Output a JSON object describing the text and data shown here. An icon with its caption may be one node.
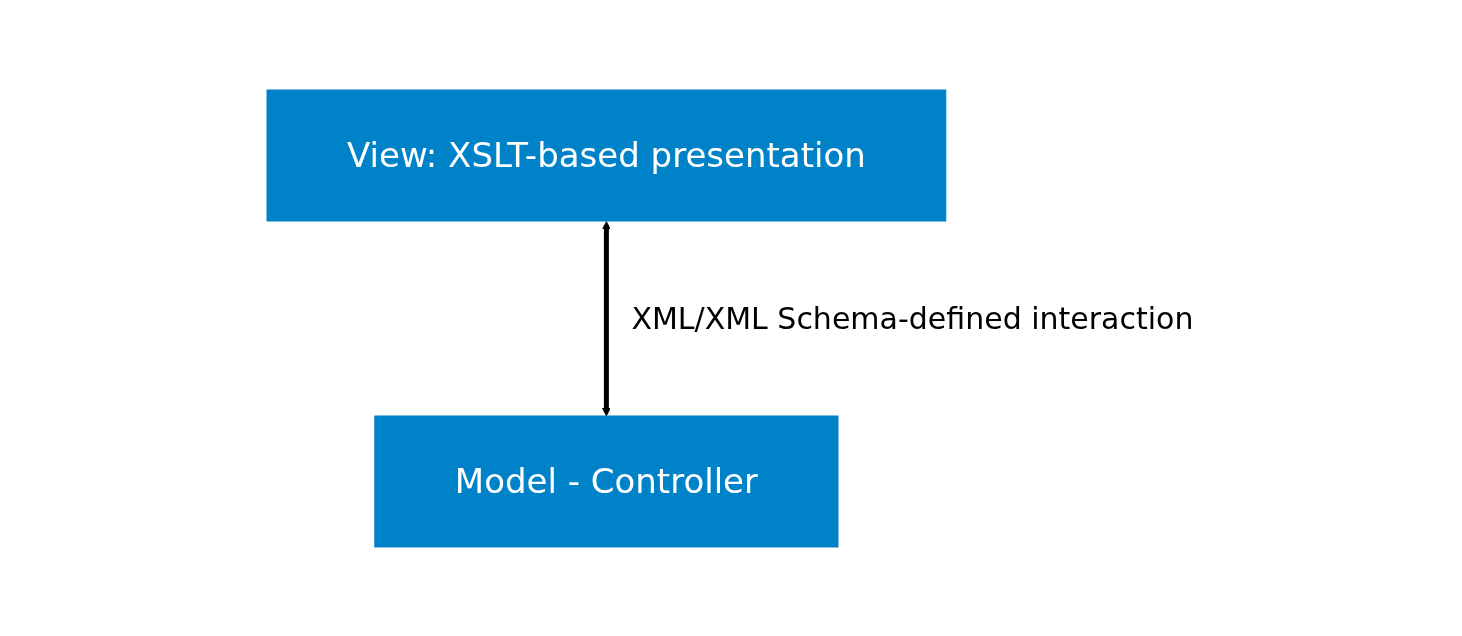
{
  "diagram": {
    "nodes": [
      {
        "text": [
          "View: XSLT-based presentation"
        ]
      },
      {
        "text": [
          "Model - Controller"
        ]
      }
    ],
    "edges": [
      {
        "from": 0,
        "to": 1,
        "arrow": "both",
        "label": "XML/XML Schema-defined interaction"
      }
    ]
  }
}
